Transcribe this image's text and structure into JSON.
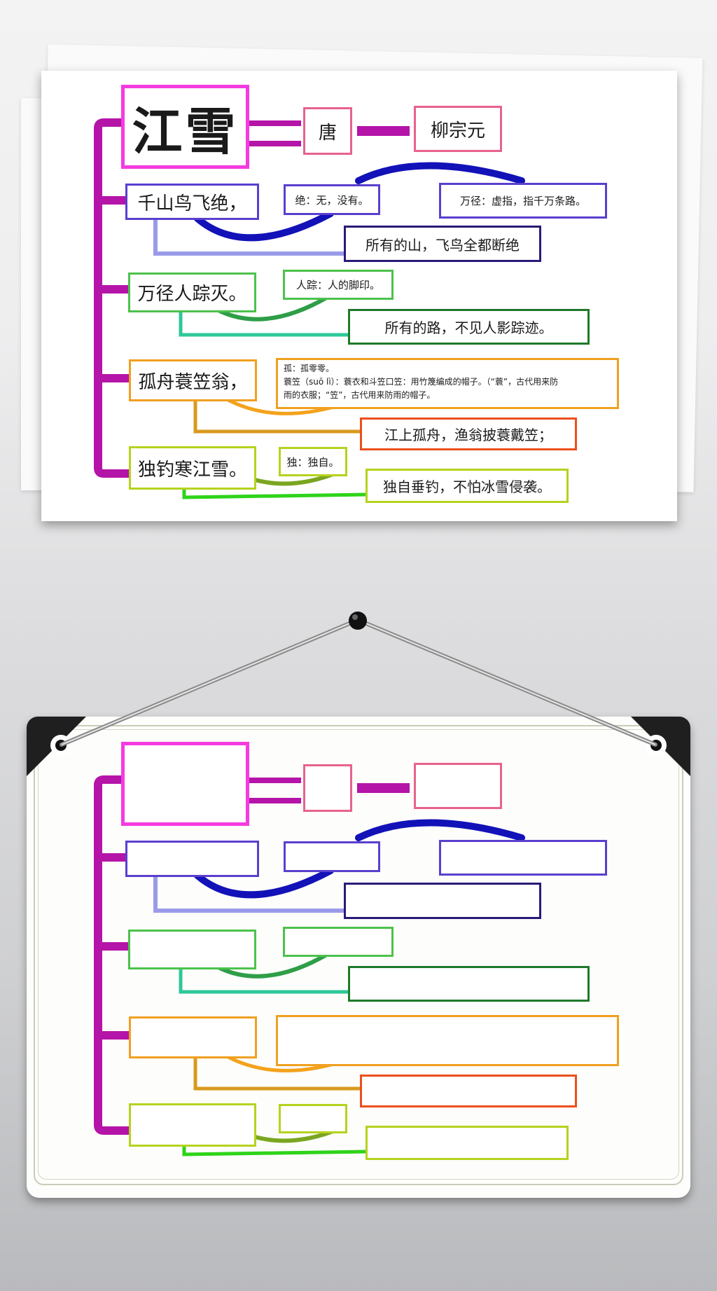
{
  "poem": {
    "title": "江雪",
    "dynasty": "唐",
    "author": "柳宗元",
    "lines": [
      {
        "text": "千山鸟飞绝，",
        "note": "绝：无，没有。",
        "note2": "万径：虚指，指千万条路。",
        "translation": "所有的山，飞鸟全都断绝"
      },
      {
        "text": "万径人踪灭。",
        "note": "人踪：人的脚印。",
        "translation": "所有的路，不见人影踪迹。"
      },
      {
        "text": "孤舟蓑笠翁，",
        "note_lines": [
          "孤：孤零零。",
          "蓑笠（suō lì）：蓑衣和斗笠口笠：用竹篾编成的帽子。（“蓑”，古代用来防",
          "雨的衣服；“笠”，古代用来防雨的帽子。"
        ],
        "translation": "江上孤舟，渔翁披蓑戴笠；"
      },
      {
        "text": "独钓寒江雪。",
        "note": "独：独自。",
        "translation": "独自垂钓，不怕冰雪侵袭。"
      }
    ]
  },
  "colors": {
    "trunk": "#b514a8",
    "title_border": "#f53be0",
    "author_border": "#e8628c",
    "line1_border": "#5a3fcf",
    "line1_arc": "#1212b8",
    "line1_connector": "#9a9be8",
    "line1_trans_border": "#2a1a78",
    "line2_border": "#4cc24c",
    "line2_arc": "#2e9e48",
    "line2_connector": "#2ec79a",
    "line2_trans_border": "#1e7a2a",
    "line3_border": "#f0a020",
    "line3_arc": "#f4a21c",
    "line3_connector": "#d89a1e",
    "line3_trans_border": "#ec4f1c",
    "line4_border": "#b6d21e",
    "line4_arc": "#7aa620",
    "line4_connector": "#2ed41a",
    "background_top": "#f3f3f3",
    "background_bottom": "#b9babd"
  }
}
